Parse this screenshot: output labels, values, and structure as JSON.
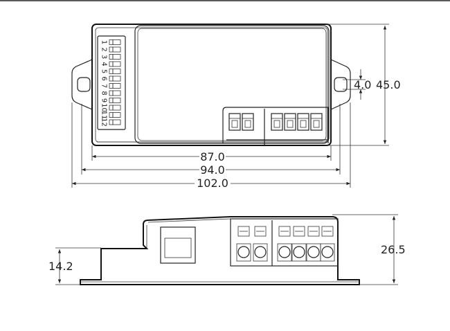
{
  "top_view": {
    "dip_switch_numbers": [
      "1",
      "2",
      "3",
      "4",
      "5",
      "6",
      "7",
      "8",
      "9",
      "10",
      "11",
      "12"
    ],
    "dimensions": {
      "width_inner": "87.0",
      "width_mid": "94.0",
      "width_outer": "102.0",
      "height": "45.0",
      "hole": "4.0"
    }
  },
  "side_view": {
    "dimensions": {
      "height_total": "26.5",
      "height_base": "14.2"
    }
  }
}
